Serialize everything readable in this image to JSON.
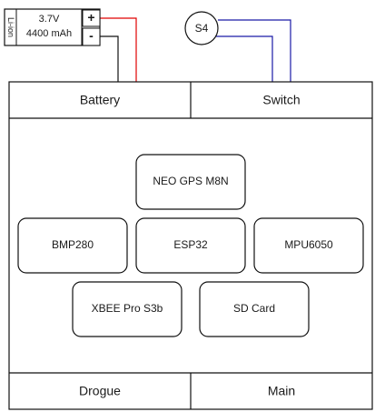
{
  "battery_pack": {
    "chemistry_label": "Li-ion",
    "voltage": "3.7V",
    "capacity": "4400 mAh",
    "positive_terminal": "+",
    "negative_terminal": "-"
  },
  "switch_symbol": {
    "label": "S4"
  },
  "board": {
    "top_sections": [
      {
        "label": "Battery"
      },
      {
        "label": "Switch"
      }
    ],
    "modules": [
      {
        "label": "NEO GPS M8N"
      },
      {
        "label": "BMP280"
      },
      {
        "label": "ESP32"
      },
      {
        "label": "MPU6050"
      },
      {
        "label": "XBEE Pro S3b"
      },
      {
        "label": "SD Card"
      }
    ],
    "bottom_sections": [
      {
        "label": "Drogue"
      },
      {
        "label": "Main"
      }
    ]
  },
  "wire_colors": {
    "positive": "#e00000",
    "negative": "#111111",
    "switch": "#1a1aa6"
  }
}
